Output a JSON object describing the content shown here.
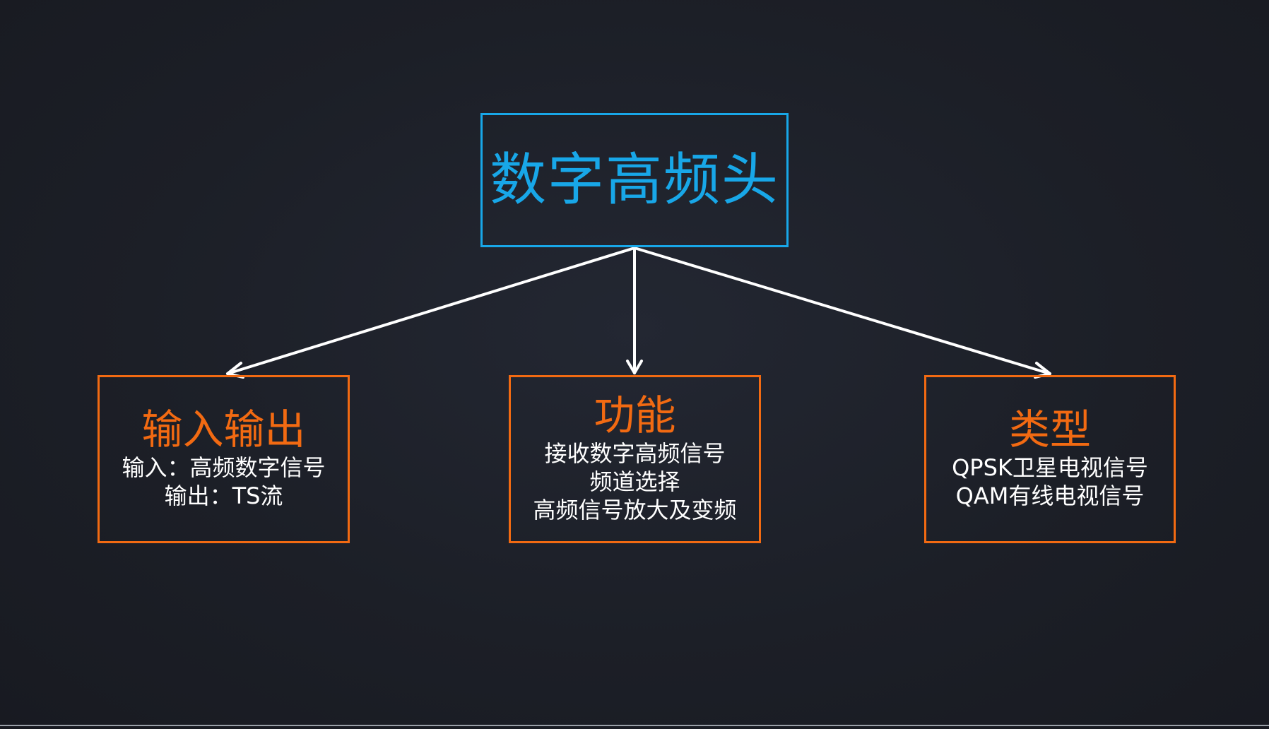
{
  "diagram": {
    "root": {
      "title": "数字高频头"
    },
    "children": [
      {
        "title": "输入输出",
        "lines": [
          "输入：高频数字信号",
          "输出：TS流"
        ]
      },
      {
        "title": "功能",
        "lines": [
          "接收数字高频信号",
          "频道选择",
          "高频信号放大及变频"
        ]
      },
      {
        "title": "类型",
        "lines": [
          "QPSK卫星电视信号",
          "QAM有线电视信号"
        ]
      }
    ]
  },
  "colors": {
    "background": "#1c1f27",
    "root_accent": "#18a7e8",
    "child_accent": "#f26a12",
    "connector": "#ffffff",
    "body_text": "#ffffff"
  }
}
